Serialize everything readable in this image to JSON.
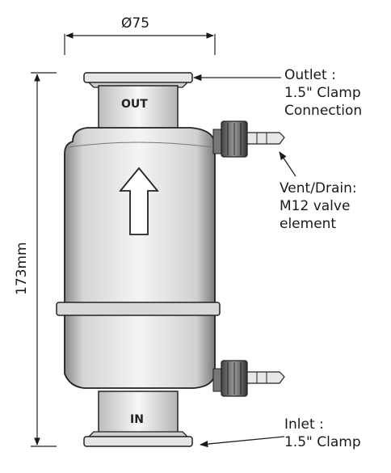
{
  "dimensions": {
    "diameter": "Ø75",
    "height": "173mm"
  },
  "body_marks": {
    "outlet": "OUT",
    "inlet": "IN"
  },
  "callouts": {
    "outlet": [
      "Outlet :",
      "1.5\" Clamp",
      "Connection"
    ],
    "vent": [
      "Vent/Drain:",
      "M12 valve",
      "element"
    ],
    "inlet": [
      "Inlet :",
      "1.5\" Clamp"
    ]
  },
  "flow_arrow": "up-arrow-icon"
}
